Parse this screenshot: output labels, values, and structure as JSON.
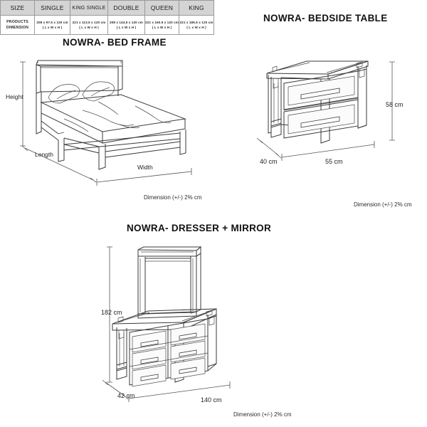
{
  "spec_table": {
    "headers": [
      "SIZE",
      "SINGLE",
      "KING SINGLE",
      "DOUBLE",
      "QUEEN",
      "KING"
    ],
    "rows": [
      {
        "label_line1": "PRODUCTS",
        "label_line2": "DIMENSION",
        "cells": [
          {
            "dims": "208 x 97.5 x 120 cm",
            "notation": "( L x W x H )"
          },
          {
            "dims": "221 x 113.5 x 120 cm",
            "notation": "( L x W x H )"
          },
          {
            "dims": "208 x 144.5 x 120 cm",
            "notation": "( L x W x H )"
          },
          {
            "dims": "221 x 160.5 x 120 cm",
            "notation": "( L x W x H )"
          },
          {
            "dims": "221 x 186.5 x 120 cm",
            "notation": "( L x W x H )"
          }
        ]
      }
    ]
  },
  "bed_frame": {
    "title": "NOWRA- BED FRAME",
    "labels": {
      "height": "Height",
      "length": "Length",
      "width": "Width"
    },
    "footnote": "Dimension (+/-) 2% cm"
  },
  "bedside_table": {
    "title": "NOWRA- BEDSIDE TABLE",
    "labels": {
      "height": "58 cm",
      "depth": "40 cm",
      "width": "55 cm"
    },
    "footnote": "Dimension (+/-) 2% cm"
  },
  "dresser_mirror": {
    "title": "NOWRA- DRESSER + MIRROR",
    "labels": {
      "height": "182 cm",
      "depth": "42 cm",
      "width": "140 cm"
    },
    "footnote": "Dimension (+/-) 2% cm"
  },
  "colors": {
    "header_bg": "#d4d4d4",
    "line": "#3a3a3a",
    "text": "#1a1a1a"
  }
}
